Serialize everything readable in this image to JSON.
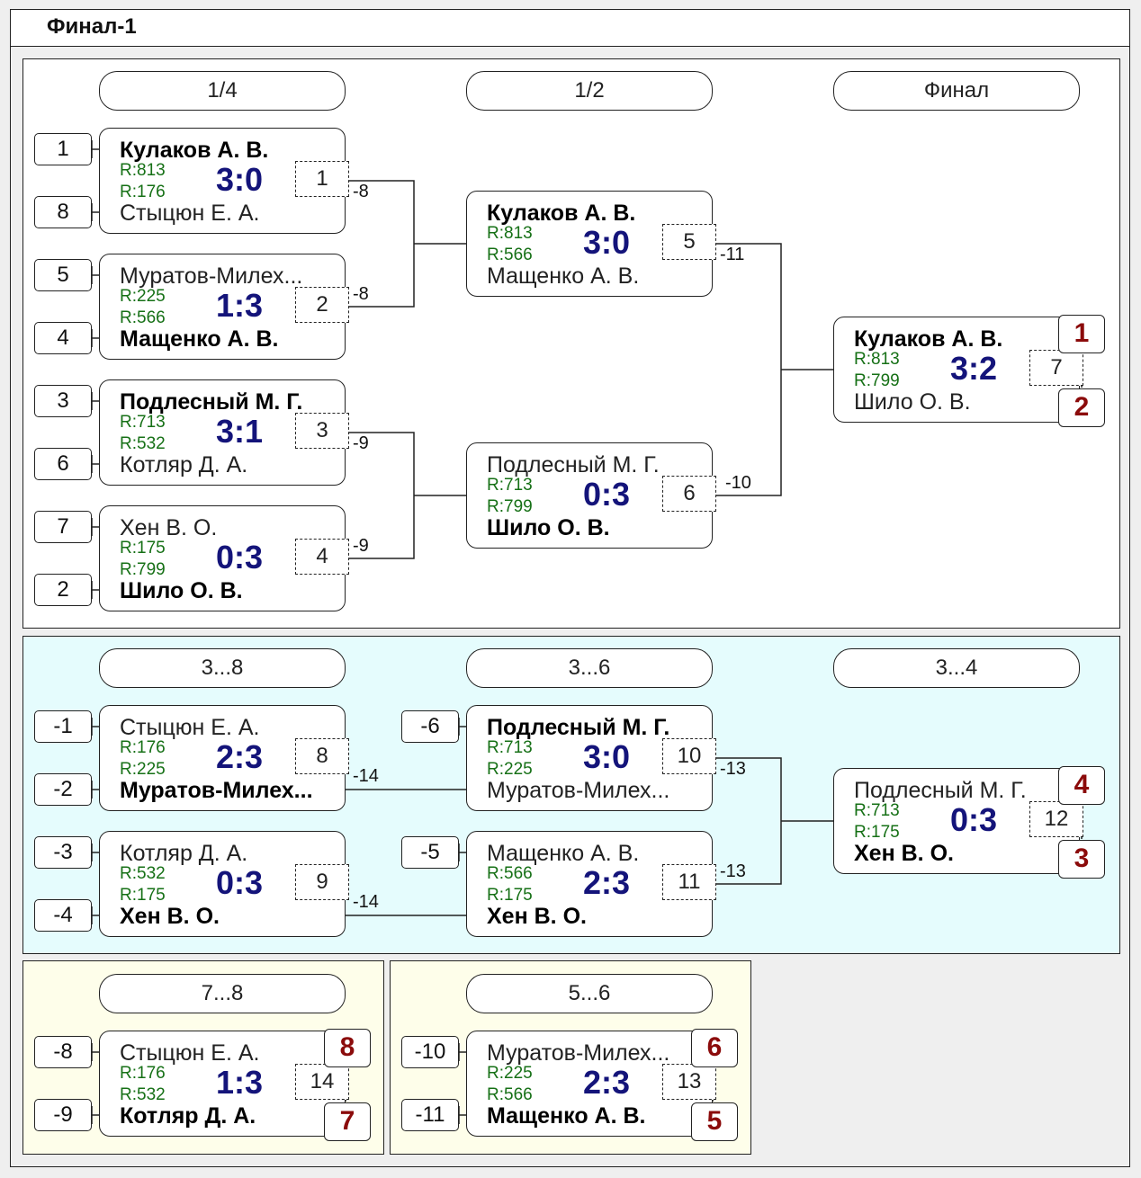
{
  "title": "Финал-1",
  "rounds_main": [
    "1/4",
    "1/2",
    "Финал"
  ],
  "rounds_cons": [
    "3...8",
    "3...6",
    "3...4"
  ],
  "rounds_78": "7...8",
  "rounds_56": "5...6",
  "main_seeds": [
    "1",
    "8",
    "5",
    "4",
    "3",
    "6",
    "7",
    "2"
  ],
  "cons_seeds": [
    "-1",
    "-2",
    "-3",
    "-4"
  ],
  "cons_semi_seeds": [
    "-6",
    "-5"
  ],
  "seeds_78": [
    "-8",
    "-9"
  ],
  "seeds_56": [
    "-10",
    "-11"
  ],
  "loser_labels": [
    "-8",
    "-8",
    "-9",
    "-9",
    "-11",
    "-10",
    "-14",
    "-14",
    "-13",
    "-13"
  ],
  "places": [
    "1",
    "2",
    "4",
    "3",
    "8",
    "7",
    "6",
    "5"
  ],
  "matches": [
    {
      "p1": "Кулаков А. В.",
      "r1": "R:813",
      "p2": "Стыцюн Е. А.",
      "r2": "R:176",
      "score": "3:0",
      "num": "1"
    },
    {
      "p1": "Муратов-Милех...",
      "r1": "R:225",
      "p2": "Мащенко А. В.",
      "r2": "R:566",
      "score": "1:3",
      "num": "2"
    },
    {
      "p1": "Подлесный М. Г.",
      "r1": "R:713",
      "p2": "Котляр Д. А.",
      "r2": "R:532",
      "score": "3:1",
      "num": "3"
    },
    {
      "p1": "Хен В. О.",
      "r1": "R:175",
      "p2": "Шило О. В.",
      "r2": "R:799",
      "score": "0:3",
      "num": "4"
    },
    {
      "p1": "Кулаков А. В.",
      "r1": "R:813",
      "p2": "Мащенко А. В.",
      "r2": "R:566",
      "score": "3:0",
      "num": "5"
    },
    {
      "p1": "Подлесный М. Г.",
      "r1": "R:713",
      "p2": "Шило О. В.",
      "r2": "R:799",
      "score": "0:3",
      "num": "6"
    },
    {
      "p1": "Кулаков А. В.",
      "r1": "R:813",
      "p2": "Шило О. В.",
      "r2": "R:799",
      "score": "3:2",
      "num": "7"
    },
    {
      "p1": "Стыцюн Е. А.",
      "r1": "R:176",
      "p2": "Муратов-Милех...",
      "r2": "R:225",
      "score": "2:3",
      "num": "8"
    },
    {
      "p1": "Котляр Д. А.",
      "r1": "R:532",
      "p2": "Хен В. О.",
      "r2": "R:175",
      "score": "0:3",
      "num": "9"
    },
    {
      "p1": "Подлесный М. Г.",
      "r1": "R:713",
      "p2": "Муратов-Милех...",
      "r2": "R:225",
      "score": "3:0",
      "num": "10"
    },
    {
      "p1": "Мащенко А. В.",
      "r1": "R:566",
      "p2": "Хен В. О.",
      "r2": "R:175",
      "score": "2:3",
      "num": "11"
    },
    {
      "p1": "Подлесный М. Г.",
      "r1": "R:713",
      "p2": "Хен В. О.",
      "r2": "R:175",
      "score": "0:3",
      "num": "12"
    },
    {
      "p1": "Стыцюн Е. А.",
      "r1": "R:176",
      "p2": "Котляр Д. А.",
      "r2": "R:532",
      "score": "1:3",
      "num": "14"
    },
    {
      "p1": "Муратов-Милех...",
      "r1": "R:225",
      "p2": "Мащенко А. В.",
      "r2": "R:566",
      "score": "2:3",
      "num": "13"
    }
  ],
  "colors": {
    "main_bg": "#ffffff",
    "cons_bg": "#e5fcfd",
    "place_bg": "#fefeea",
    "score": "#14147a",
    "rating": "#167016",
    "place": "#8b0b0b"
  }
}
